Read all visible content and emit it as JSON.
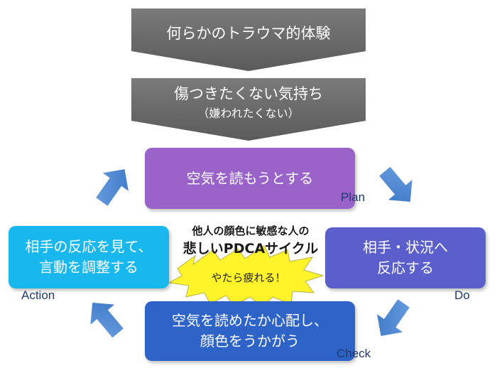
{
  "chevrons": [
    {
      "lines": [
        "何らかのトラウマ的体験"
      ]
    },
    {
      "lines": [
        "傷つきたくない気持ち",
        "（嫌われたくない）"
      ]
    }
  ],
  "boxes": {
    "plan": {
      "lines": [
        "空気を読もうとする"
      ],
      "color": "#9a63c9"
    },
    "do": {
      "lines": [
        "相手・状況へ",
        "反応する"
      ],
      "color": "#5b5fcb"
    },
    "check": {
      "lines": [
        "空気を読めたか心配し、",
        "顔色をうかがう"
      ],
      "color": "#2e64c8"
    },
    "action": {
      "lines": [
        "相手の反応を見て、",
        "言動を調整する"
      ],
      "color": "#18b8ee"
    }
  },
  "labels": {
    "plan": "Plan",
    "do": "Do",
    "check": "Check",
    "action": "Action"
  },
  "center": {
    "line1": "他人の顔色に敏感な人の",
    "line2": "悲しいPDCAサイクル"
  },
  "burst": {
    "text": "やたら疲れる！",
    "color": "#fff32a"
  },
  "colors": {
    "chevron": "#666666",
    "arrow": "#4a86d4"
  }
}
